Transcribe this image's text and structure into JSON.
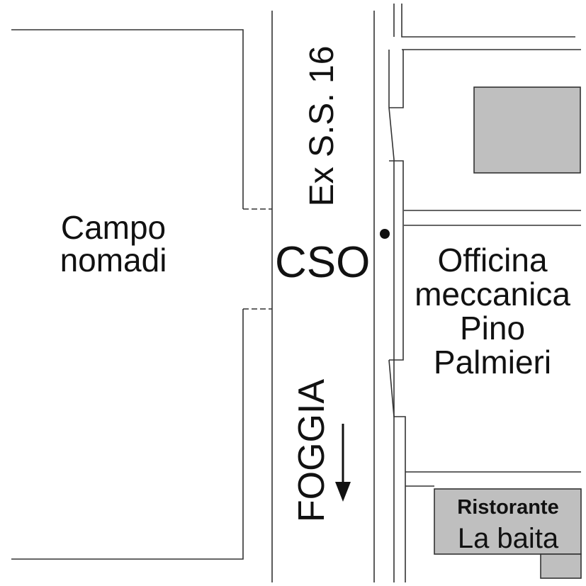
{
  "map": {
    "labels": {
      "camp": "Campo\nnomadi",
      "road": "Ex S.S. 16",
      "cso": "CSO",
      "direction": "FOGGIA",
      "workshop": "Officina\nmeccanica\nPino\nPalmieri",
      "restaurant_line1": "Ristorante",
      "restaurant_line2": "La baita"
    },
    "colors": {
      "line": "#333333",
      "building_fill": "#bfbfbf",
      "text": "#111111"
    }
  }
}
